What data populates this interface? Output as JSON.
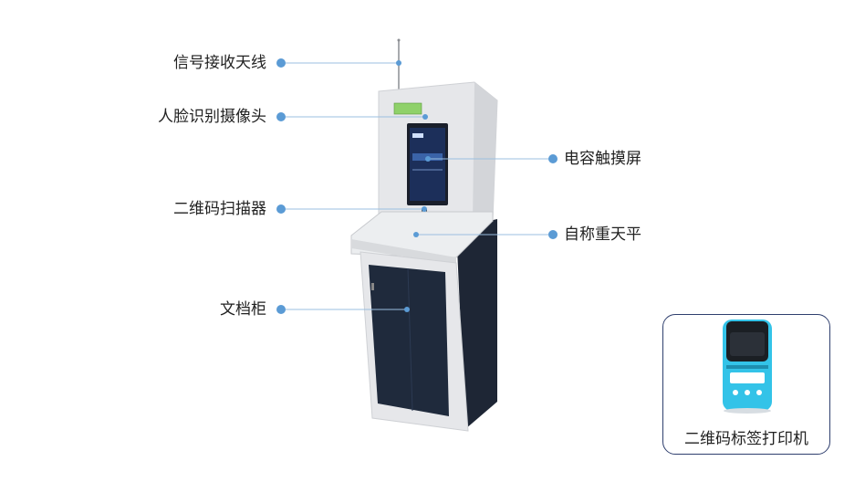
{
  "labels": {
    "antenna": "信号接收天线",
    "camera": "人脸识别摄像头",
    "scanner": "二维码扫描器",
    "cabinet": "文档柜",
    "touchscreen": "电容触摸屏",
    "scale": "自称重天平",
    "printer": "二维码标签打印机"
  },
  "colors": {
    "callout_dot": "#5b9bd5",
    "callout_line": "#9bbfe0",
    "kiosk_body": "#e9eaec",
    "cabinet_door": "#1f2a3c",
    "screen": "#1c2f5a",
    "printer_blue": "#33c3e8",
    "printer_border": "#2f3f6e"
  }
}
